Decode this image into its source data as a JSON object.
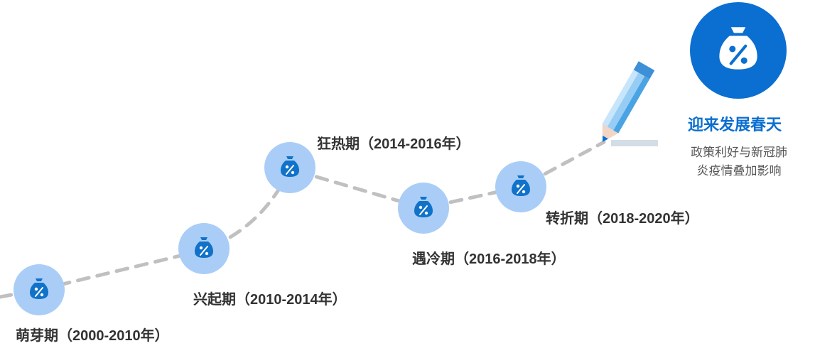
{
  "colors": {
    "accent": "#0a6fd0",
    "node_fill": "#a9cdf6",
    "node_icon": "#1072c8",
    "line": "#c0c0c0",
    "label": "#333333",
    "final_title": "#0a6fd0",
    "final_desc": "#555555"
  },
  "stages": [
    {
      "label": "萌芽期（2000-2010年）",
      "icon": "percent-money-bag-icon"
    },
    {
      "label": "兴起期（2010-2014年）",
      "icon": "percent-money-bag-icon"
    },
    {
      "label": "狂热期（2014-2016年）",
      "icon": "percent-money-bag-icon"
    },
    {
      "label": "遇冷期（2016-2018年）",
      "icon": "percent-money-bag-icon"
    },
    {
      "label": "转折期（2018-2020年）",
      "icon": "percent-money-bag-icon"
    }
  ],
  "final": {
    "title": "迎来发展春天",
    "description_lines": [
      "政策利好与新冠肺",
      "炎疫情叠加影响"
    ],
    "icon": "percent-money-bag-icon",
    "decoration": "pencil-icon"
  }
}
